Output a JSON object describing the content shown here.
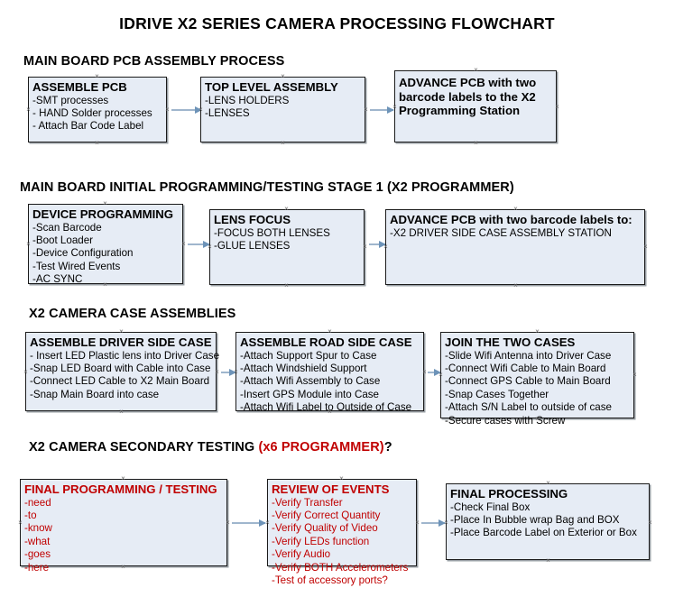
{
  "title": "IDRIVE X2  SERIES CAMERA PROCESSING FLOWCHART",
  "sections": [
    {
      "id": "main-board-pcb-assembly",
      "heading": "MAIN BOARD PCB ASSEMBLY PROCESS",
      "heading_accent": "",
      "heading_tail": "",
      "boxes": [
        {
          "id": "assemble-pcb",
          "header": "ASSEMBLE PCB",
          "lines": [
            "-SMT processes",
            "- HAND Solder processes",
            "- Attach Bar Code Label"
          ]
        },
        {
          "id": "top-level-assembly",
          "header": "TOP LEVEL ASSEMBLY",
          "lines": [
            "-LENS HOLDERS",
            "-LENSES"
          ]
        },
        {
          "id": "advance-pcb-x2-programming-station",
          "header": "ADVANCE PCB with two barcode labels to the  X2 Programming Station",
          "lines": []
        }
      ]
    },
    {
      "id": "main-board-initial-programming",
      "heading": "MAIN BOARD INITIAL PROGRAMMING/TESTING STAGE 1 (X2 PROGRAMMER)",
      "heading_accent": "",
      "heading_tail": "",
      "boxes": [
        {
          "id": "device-programming",
          "header": "DEVICE PROGRAMMING",
          "lines": [
            "-Scan Barcode",
            "-Boot Loader",
            "-Device Configuration",
            "-Test Wired Events",
            "-AC SYNC"
          ]
        },
        {
          "id": "lens-focus",
          "header": "LENS FOCUS",
          "lines": [
            "-FOCUS BOTH LENSES",
            "-GLUE LENSES"
          ]
        },
        {
          "id": "advance-pcb-driver-side-case",
          "header": "ADVANCE PCB with two barcode labels to:",
          "lines": [
            "-X2 DRIVER  SIDE  CASE  ASSEMBLY STATION"
          ]
        }
      ]
    },
    {
      "id": "x2-camera-case-assemblies",
      "heading": "X2 CAMERA CASE ASSEMBLIES",
      "heading_accent": "",
      "heading_tail": "",
      "boxes": [
        {
          "id": "assemble-driver-side-case",
          "header": "ASSEMBLE DRIVER SIDE CASE",
          "lines": [
            "- Insert LED Plastic lens into Driver Case",
            "-Snap LED Board with Cable into Case",
            "-Connect LED Cable to X2 Main Board",
            "-Snap Main Board into case"
          ]
        },
        {
          "id": "assemble-road-side-case",
          "header": "ASSEMBLE ROAD SIDE CASE",
          "lines": [
            "-Attach Support Spur to Case",
            "-Attach Windshield Support",
            "-Attach Wifi Assembly to Case",
            "-Insert GPS Module into Case",
            "-Attach Wifi Label to Outside of Case"
          ]
        },
        {
          "id": "join-the-two-cases",
          "header": "JOIN THE TWO CASES",
          "lines": [
            "-Slide Wifi Antenna into Driver Case",
            "-Connect Wifi Cable to Main Board",
            "-Connect GPS Cable to Main Board",
            "-Snap Cases Together",
            "-Attach S/N Label to outside of case",
            "-Secure cases with Screw"
          ]
        }
      ]
    },
    {
      "id": "x2-camera-secondary-testing",
      "heading": "X2 CAMERA SECONDARY TESTING ",
      "heading_accent": "(x6 PROGRAMMER)",
      "heading_tail": "?",
      "boxes": [
        {
          "id": "final-programming-testing",
          "header": "FINAL PROGRAMMING / TESTING",
          "lines": [
            "-need",
            "-to",
            "-know",
            "-what",
            "-goes",
            "-here"
          ]
        },
        {
          "id": "review-of-events",
          "header": "REVIEW OF EVENTS",
          "lines": [
            "-Verify Transfer",
            "-Verify Correct Quantity",
            "-Verify Quality of Video",
            "-Verify LEDs function",
            "-Verify Audio",
            "-Verify BOTH Accelerometers",
            "-Test of accessory ports?"
          ]
        },
        {
          "id": "final-processing",
          "header": "FINAL PROCESSING",
          "lines": [
            "-Check Final Box",
            "-Place In Bubble wrap Bag and BOX",
            "-Place Barcode Label on Exterior or Box"
          ]
        }
      ]
    }
  ],
  "colors": {
    "box_fill": "#e6ecf5",
    "box_border": "#1a1a1a",
    "connector": "#9fb6cd",
    "accent_red": "#c00000",
    "text": "#000000"
  }
}
